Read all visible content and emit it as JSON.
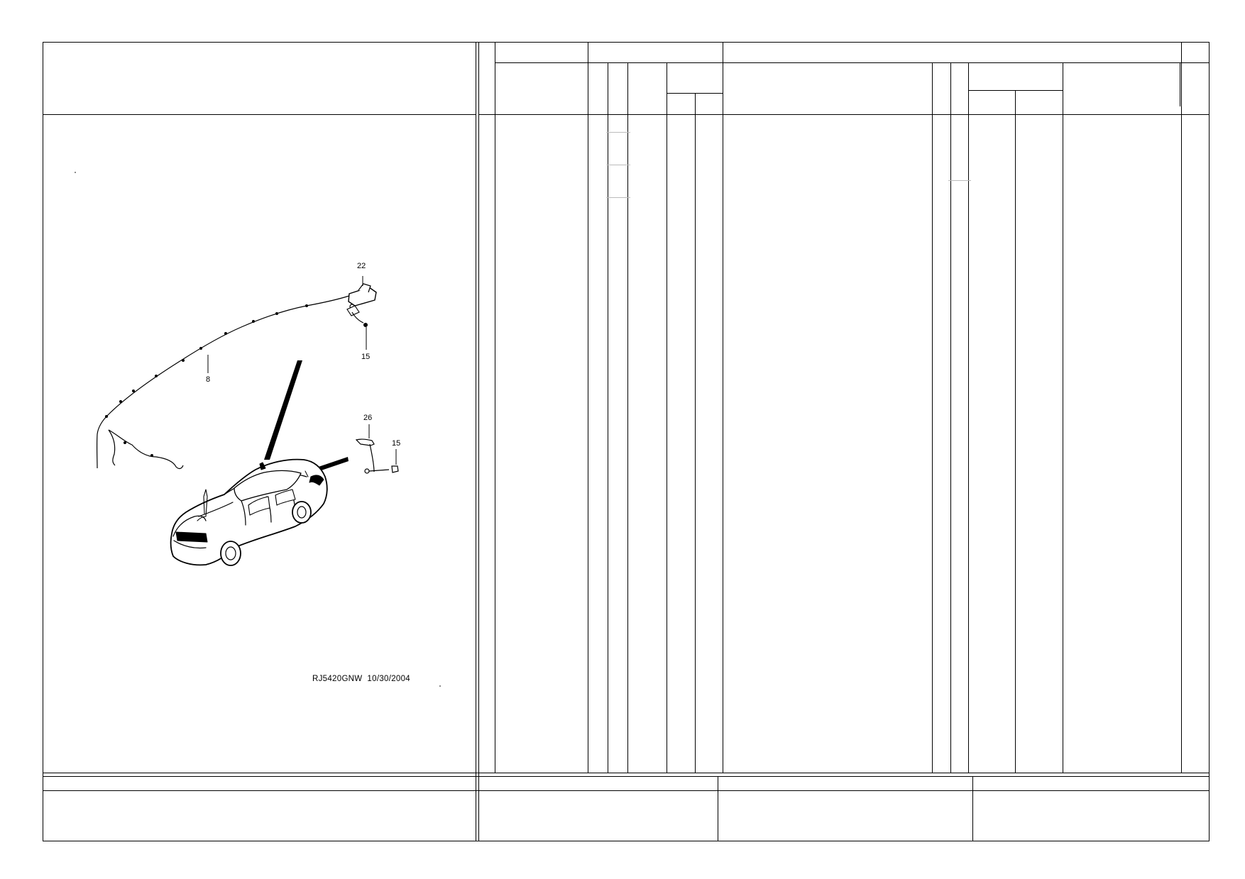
{
  "drawing": {
    "stamp": "RJ5420GNW  10/30/2004",
    "callouts": [
      "22",
      "15",
      "8",
      "26",
      "15"
    ]
  },
  "parts_table": {
    "header_cells": [],
    "rows": []
  },
  "title_block": {
    "fields": []
  }
}
